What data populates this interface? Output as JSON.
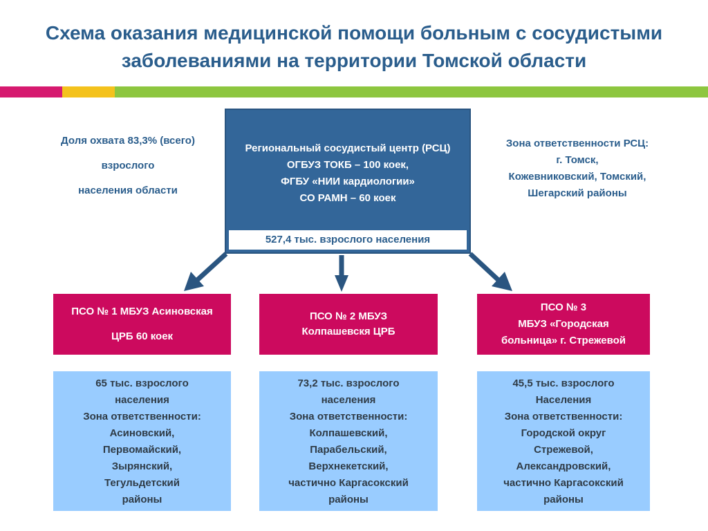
{
  "title": {
    "line1": "Схема оказания медицинской помощи больным с сосудистыми",
    "line2": "заболеваниями на территории Томской области"
  },
  "left_note": {
    "line1": "Доля охвата 83,3%  (всего)",
    "line2": "взрослого",
    "line3": "населения области"
  },
  "right_note": {
    "line1": "Зона ответственности РСЦ:",
    "line2": "г. Томск,",
    "line3": "Кожевниковский, Томский,",
    "line4": "Шегарский районы"
  },
  "center": {
    "line1": "Региональный сосудистый центр (РСЦ)",
    "line2": "ОГБУЗ ТОКБ – 100 коек,",
    "line3": "ФГБУ «НИИ кардиологии»",
    "line4": "СО РАМН – 60  коек",
    "population": "527,4 тыс. взрослого населения"
  },
  "pso": [
    {
      "line1": "ПСО № 1 МБУЗ Асиновская",
      "line2": "ЦРБ 60 коек",
      "line3": ""
    },
    {
      "line1": "ПСО № 2 МБУЗ",
      "line2": "Колпашевскя ЦРБ",
      "line3": ""
    },
    {
      "line1": "ПСО № 3",
      "line2": "МБУЗ «Городская",
      "line3": "больница» г. Стрежевой"
    }
  ],
  "zones": [
    {
      "lines": [
        "65 тыс. взрослого",
        "населения",
        "Зона ответственности:",
        "Асиновский,",
        "Первомайский,",
        "Зырянский,",
        "Тегульдетский",
        "районы"
      ]
    },
    {
      "lines": [
        "73,2 тыс. взрослого",
        "населения",
        "Зона ответственности:",
        "Колпашевский,",
        "Парабельский,",
        "Верхнекетский,",
        "частично Каргасокский",
        "районы"
      ]
    },
    {
      "lines": [
        "45,5 тыс. взрослого",
        "Населения",
        "Зона ответственности:",
        "Городской округ",
        "Стрежевой,",
        "Александровский,",
        "частично Каргасокский",
        "районы"
      ]
    }
  ],
  "colors": {
    "title": "#2a5d8c",
    "center_box": "#336699",
    "pso_box": "#cc0a5e",
    "zone_box": "#99ccff",
    "arrow": "#2a5580"
  }
}
